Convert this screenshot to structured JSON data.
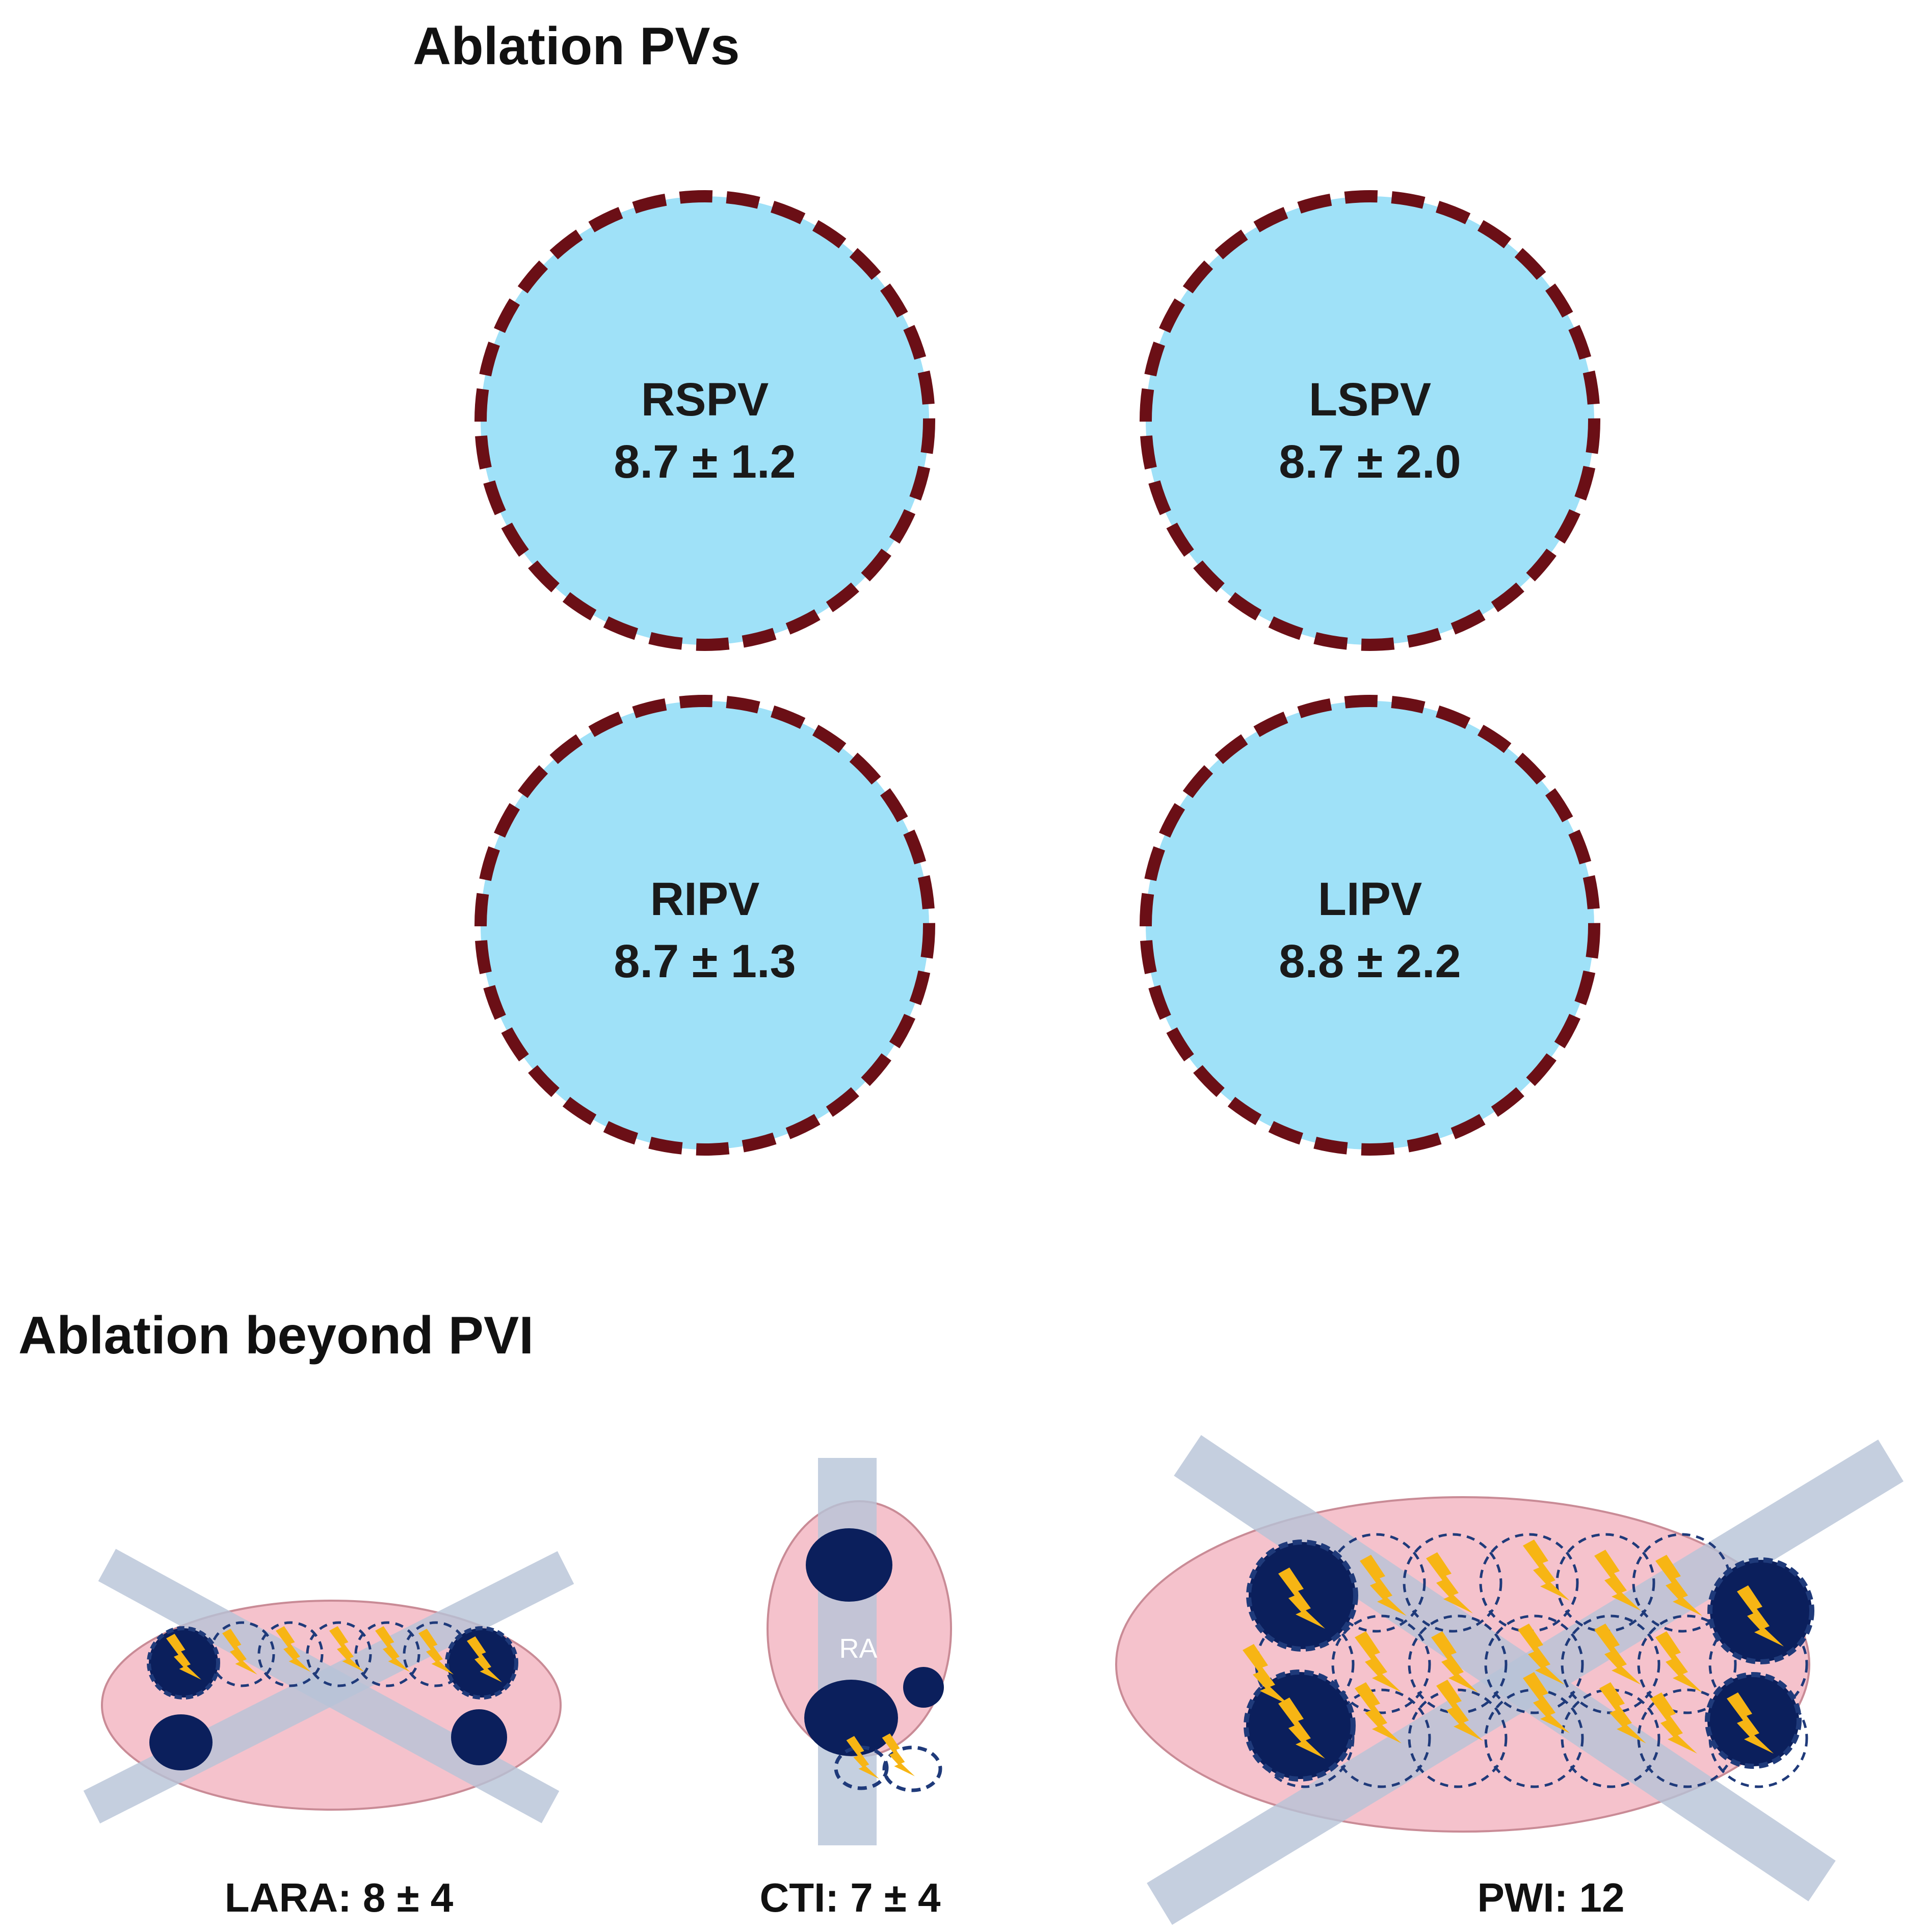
{
  "section_pvs": {
    "title": "Ablation PVs"
  },
  "pvs": [
    {
      "name": "RSPV",
      "value": "8.7 ± 1.2"
    },
    {
      "name": "LSPV",
      "value": "8.7 ± 2.0"
    },
    {
      "name": "RIPV",
      "value": "8.7 ± 1.3"
    },
    {
      "name": "LIPV",
      "value": "8.8  ± 2.2"
    }
  ],
  "section_beyond": {
    "title": "Ablation beyond PVI"
  },
  "beyond": {
    "lara": {
      "caption": "LARA: 8 ± 4"
    },
    "cti": {
      "caption": "CTI: 7 ± 4",
      "atrium_label": "RA"
    },
    "pwi": {
      "caption": "PWI: 12"
    }
  },
  "colors": {
    "pv_fill": "#9fe1f8",
    "pv_dash": "#6b0f16",
    "atrium_fill": "#f5c2cc",
    "vein_dark": "#0b1f5c",
    "band": "#b7c4d8",
    "bolt": "#f7b514"
  },
  "icons": [
    "lightning-bolt-icon"
  ]
}
